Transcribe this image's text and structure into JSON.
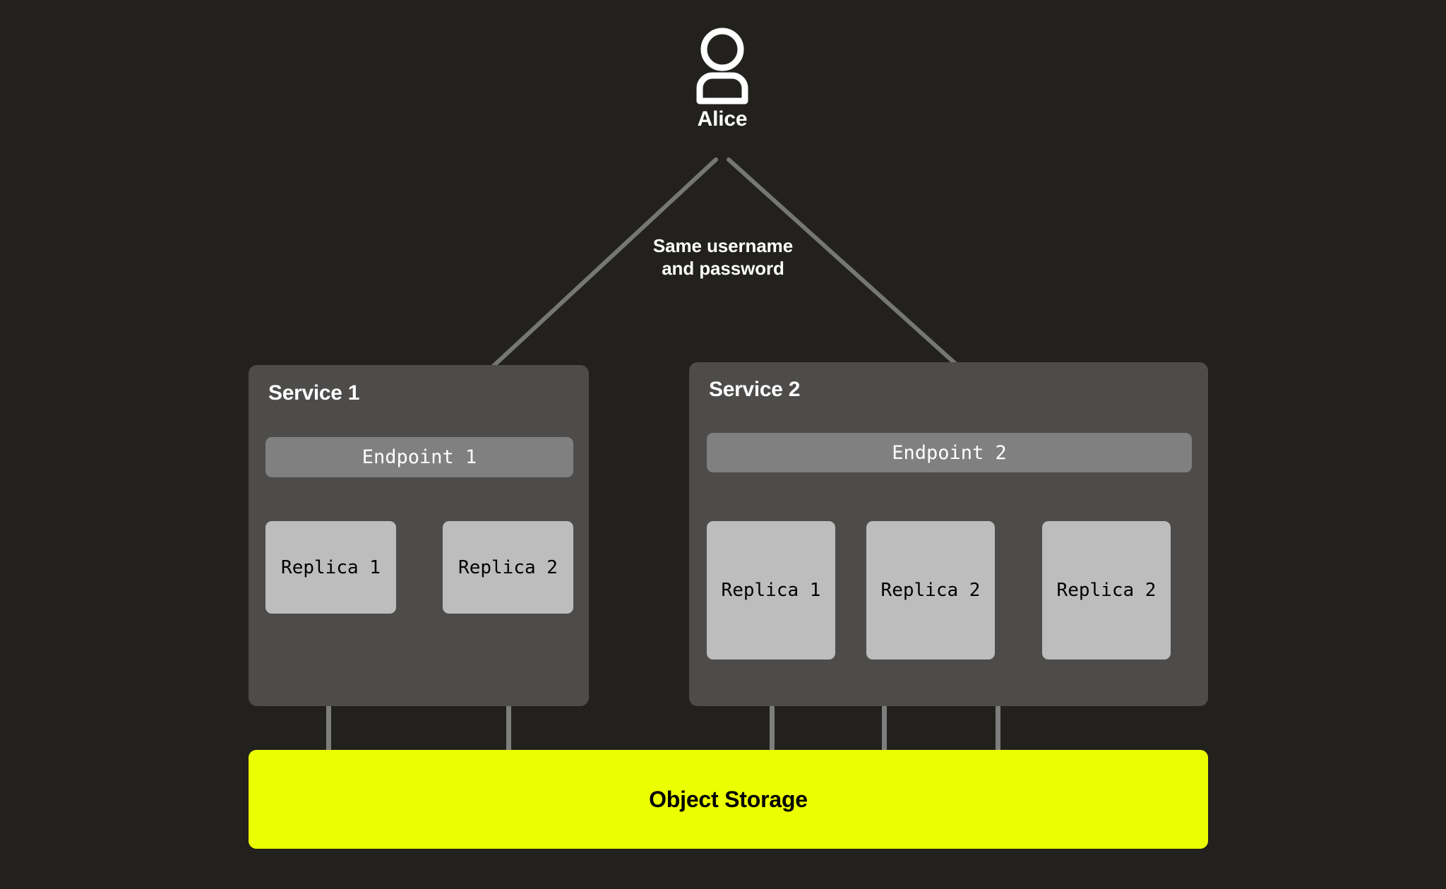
{
  "actor": {
    "icon": "user-icon",
    "name": "Alice"
  },
  "arrow_caption": {
    "line1": "Same username",
    "line2": "and password"
  },
  "services": [
    {
      "title": "Service 1",
      "endpoint": "Endpoint 1",
      "replicas": [
        "Replica 1",
        "Replica 2"
      ]
    },
    {
      "title": "Service 2",
      "endpoint": "Endpoint 2",
      "replicas": [
        "Replica 1",
        "Replica 2",
        "Replica 2"
      ]
    }
  ],
  "storage": {
    "label": "Object Storage"
  },
  "colors": {
    "background": "#22211d",
    "service_panel": "#4d4c4a",
    "endpoint": "#808080",
    "replica": "#bdbdbd",
    "connector": "#7d7d7d",
    "arrow": "#767676",
    "storage_accent": "#ecff00",
    "text_light": "#ffffff",
    "text_dark": "#000000"
  }
}
